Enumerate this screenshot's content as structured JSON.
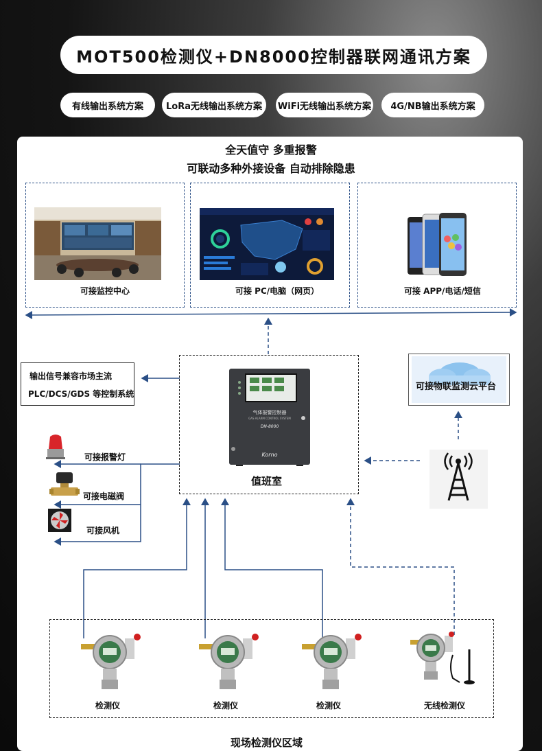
{
  "title": "MOT500检测仪+DN8000控制器联网通讯方案",
  "tabs": [
    "有线输出系统方案",
    "LoRa无线输出系统方案",
    "WiFi无线输出系统方案",
    "4G/NB输出系统方案"
  ],
  "slogans": [
    "全天值守  多重报警",
    "可联动多种外接设备  自动排除隐患"
  ],
  "top_cards": [
    "可接监控中心",
    "可接 PC/电脑（网页）",
    "可接 APP/电话/短信"
  ],
  "plc_box": [
    "输出信号兼容市场主流",
    "PLC/DCS/GDS 等控制系统"
  ],
  "cloud_label": "可接物联监测云平台",
  "controller": {
    "room_label": "值班室",
    "panel_text": "气体报警控制器",
    "panel_subtext": "GAS ALARM CONTROL SYSTEM",
    "model": "DN-8000",
    "brand": "Korno"
  },
  "devices": [
    "可接报警灯",
    "可接电磁阀",
    "可接风机"
  ],
  "detectors": [
    "检测仪",
    "检测仪",
    "检测仪",
    "无线检测仪"
  ],
  "field_label": "现场检测仪区域",
  "colors": {
    "line": "#2a4f86",
    "text": "#111111"
  }
}
